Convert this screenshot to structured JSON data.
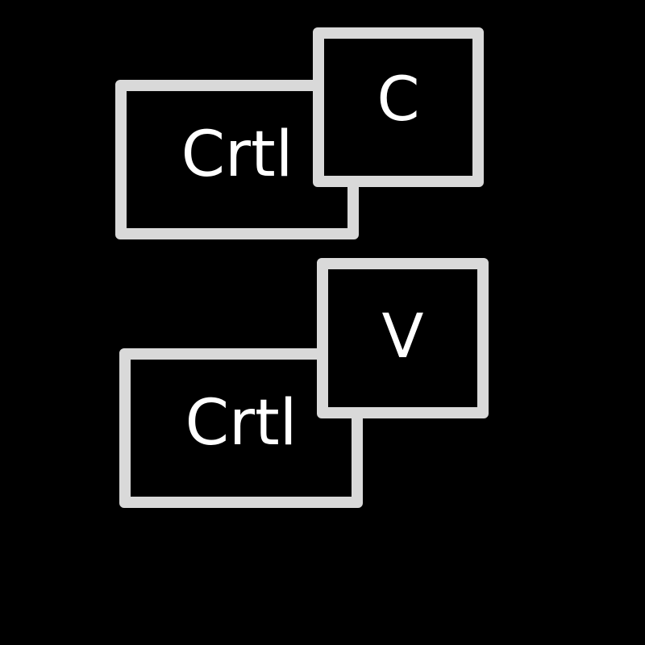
{
  "colors": {
    "background": "#000000",
    "key_border": "#d9d9d9",
    "key_fill": "#000000",
    "label": "#ffffff"
  },
  "shortcuts": [
    {
      "modifier": "Crtl",
      "key": "C"
    },
    {
      "modifier": "Crtl",
      "key": "V"
    }
  ]
}
